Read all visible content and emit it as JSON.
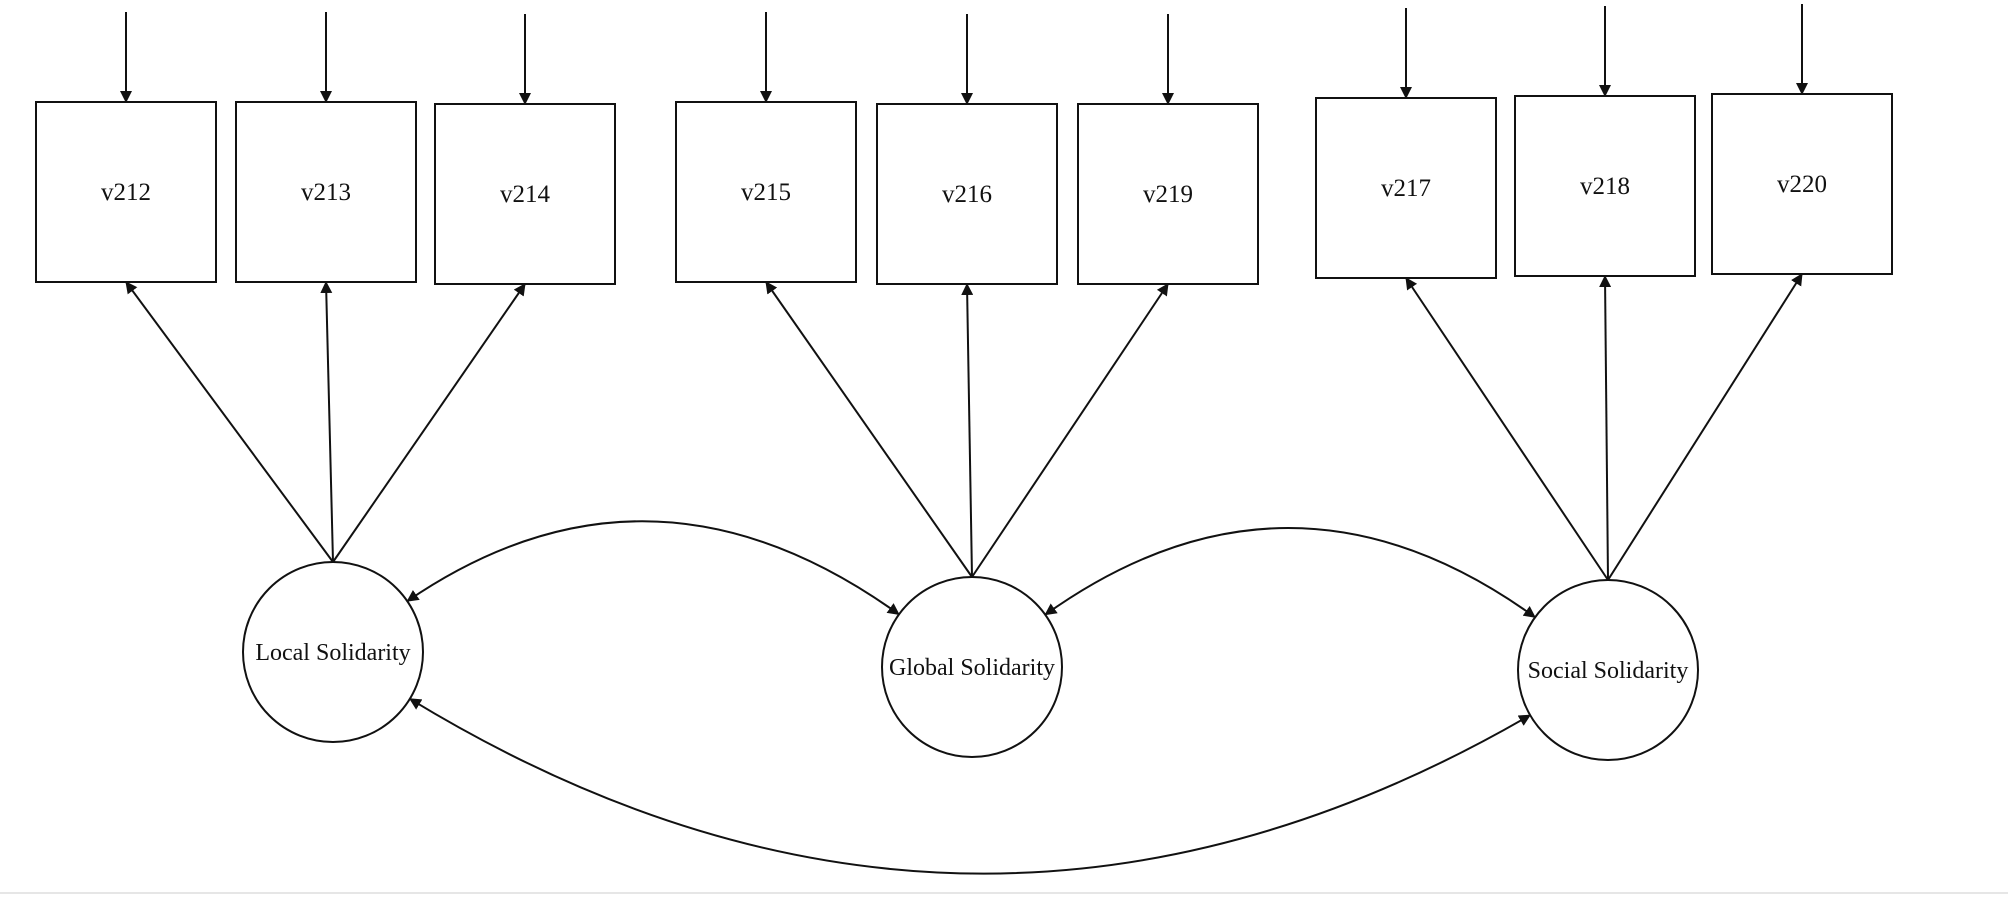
{
  "diagram": {
    "observed": [
      {
        "id": "v212",
        "label": "v212"
      },
      {
        "id": "v213",
        "label": "v213"
      },
      {
        "id": "v214",
        "label": "v214"
      },
      {
        "id": "v215",
        "label": "v215"
      },
      {
        "id": "v216",
        "label": "v216"
      },
      {
        "id": "v219",
        "label": "v219"
      },
      {
        "id": "v217",
        "label": "v217"
      },
      {
        "id": "v218",
        "label": "v218"
      },
      {
        "id": "v220",
        "label": "v220"
      }
    ],
    "latent": [
      {
        "id": "local",
        "label": "Local Solidarity",
        "indicators": [
          "v212",
          "v213",
          "v214"
        ]
      },
      {
        "id": "global",
        "label": "Global Solidarity",
        "indicators": [
          "v215",
          "v216",
          "v219"
        ]
      },
      {
        "id": "social",
        "label": "Social Solidarity",
        "indicators": [
          "v217",
          "v218",
          "v220"
        ]
      }
    ],
    "covariances": [
      {
        "from": "local",
        "to": "global"
      },
      {
        "from": "global",
        "to": "social"
      },
      {
        "from": "local",
        "to": "social"
      }
    ],
    "error_terms": [
      "v212",
      "v213",
      "v214",
      "v215",
      "v216",
      "v219",
      "v217",
      "v218",
      "v220"
    ]
  }
}
